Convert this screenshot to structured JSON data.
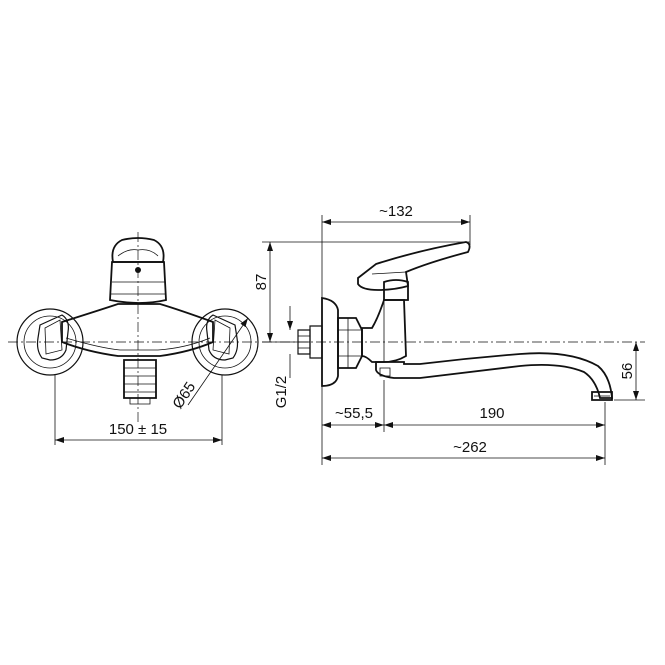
{
  "front_view": {
    "width_dim": "150 ± 15",
    "rosette_diameter": "Ø65"
  },
  "side_view": {
    "depth_dim": "~132",
    "height_dim": "87",
    "thread_label": "G1/2",
    "wall_offset_dim": "~55,5",
    "spout_reach_dim": "190",
    "overall_length_dim": "~262",
    "outlet_height_dim": "56"
  }
}
